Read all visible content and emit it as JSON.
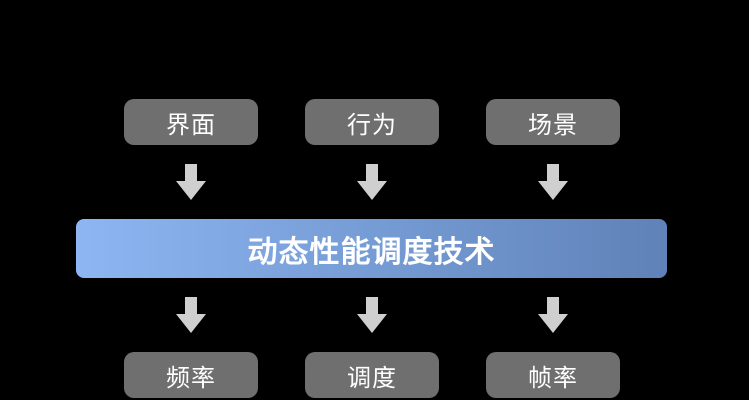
{
  "colors": {
    "background": "#000000",
    "box": "#6f6f6f",
    "arrow": "#cfcfcf",
    "central_start": "#8db6f2",
    "central_end": "#5f82b8",
    "text": "#ffffff"
  },
  "inputs": [
    {
      "label": "界面"
    },
    {
      "label": "行为"
    },
    {
      "label": "场景"
    }
  ],
  "central": {
    "label": "动态性能调度技术"
  },
  "outputs": [
    {
      "label": "频率"
    },
    {
      "label": "调度"
    },
    {
      "label": "帧率"
    }
  ]
}
